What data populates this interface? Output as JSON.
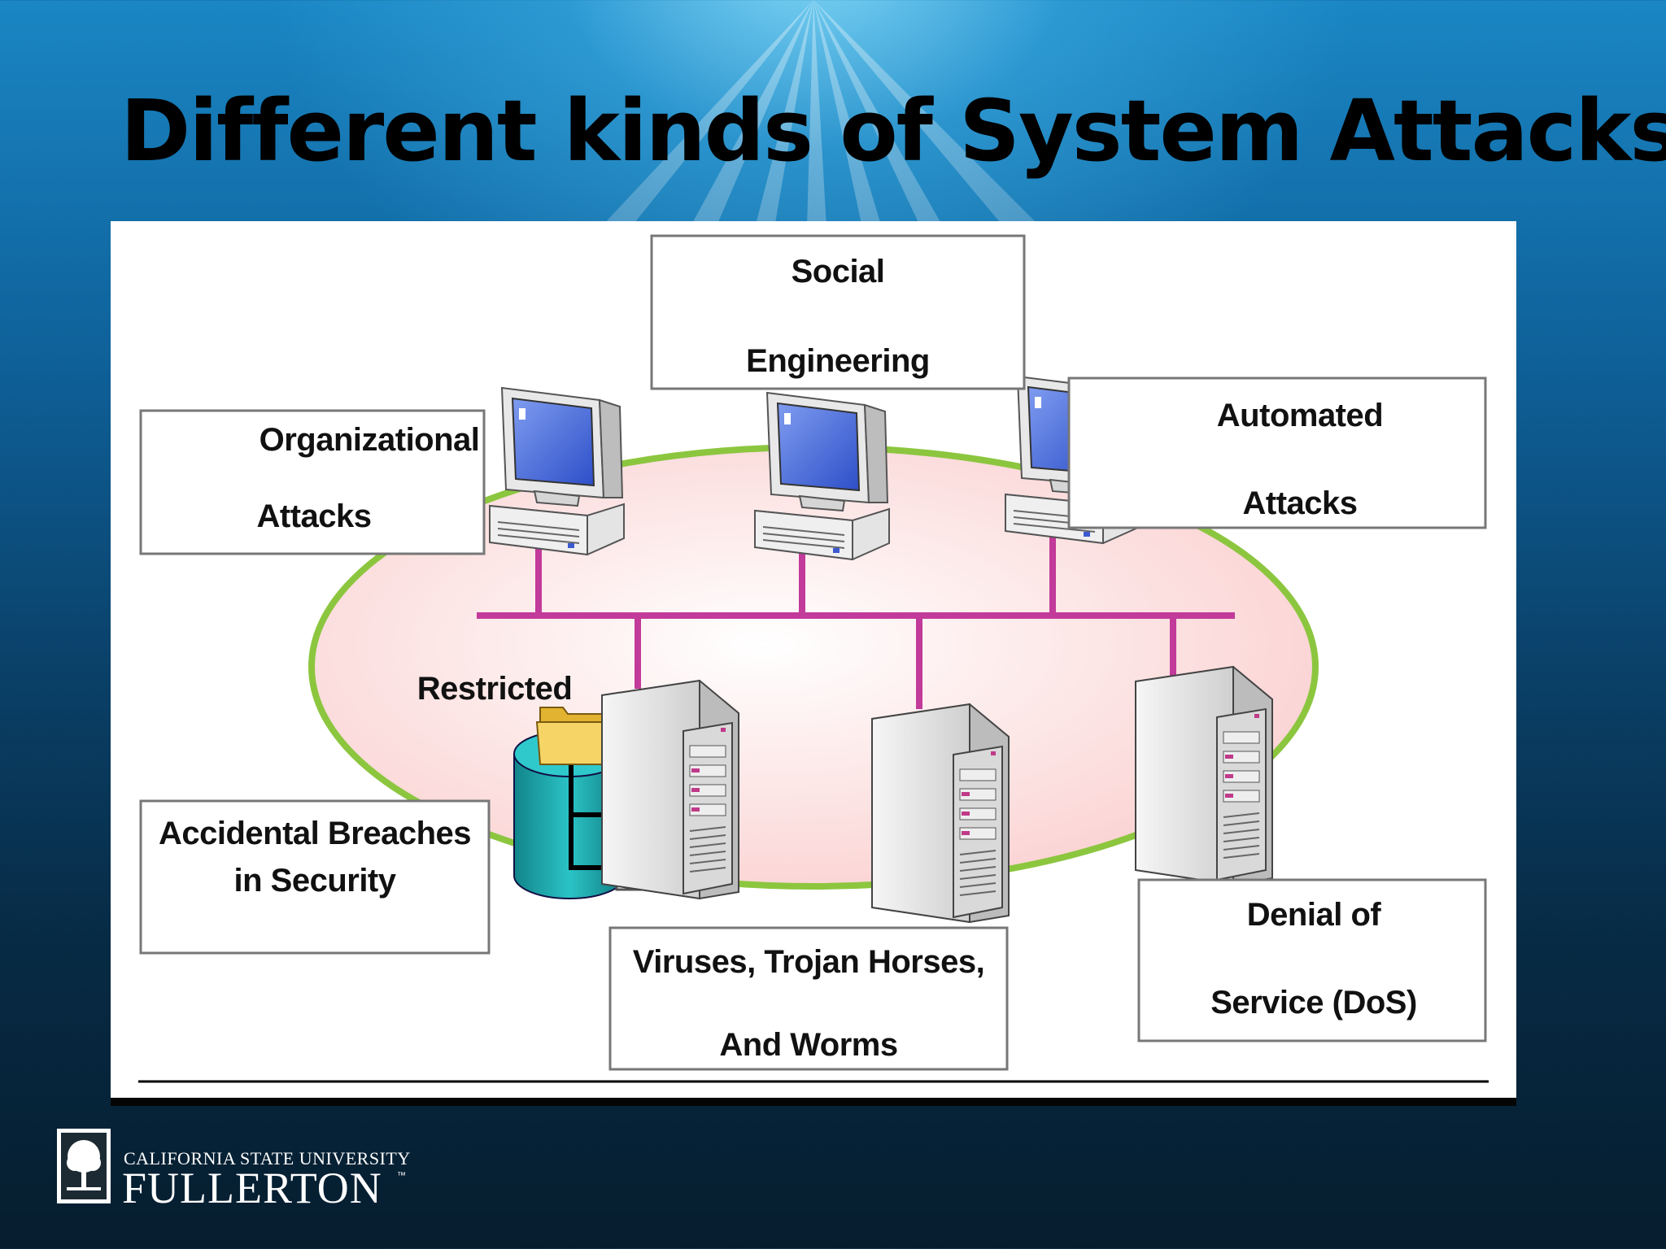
{
  "slide": {
    "title": "Different kinds of System Attacks"
  },
  "diagram": {
    "labels": {
      "social": [
        "Social",
        "Engineering"
      ],
      "organizational": [
        "Organizational",
        "Attacks"
      ],
      "automated": [
        "Automated",
        "Attacks"
      ],
      "restricted": "Restricted",
      "accidental": [
        "Accidental Breaches",
        "in Security"
      ],
      "viruses": [
        "Viruses, Trojan Horses,",
        "And Worms"
      ],
      "dos": [
        "Denial of",
        "Service (DoS)"
      ]
    },
    "colors": {
      "ellipse_fill": "#fcd8d8",
      "ellipse_stroke": "#8cc63f",
      "network_line": "#c23a9a",
      "monitor_screen": "#4a6fd8",
      "database": "#24b0b4",
      "folder": "#f2c94c"
    }
  },
  "footer": {
    "university_line": "CALIFORNIA STATE UNIVERSITY",
    "name": "FULLERTON",
    "trademark": "™"
  }
}
